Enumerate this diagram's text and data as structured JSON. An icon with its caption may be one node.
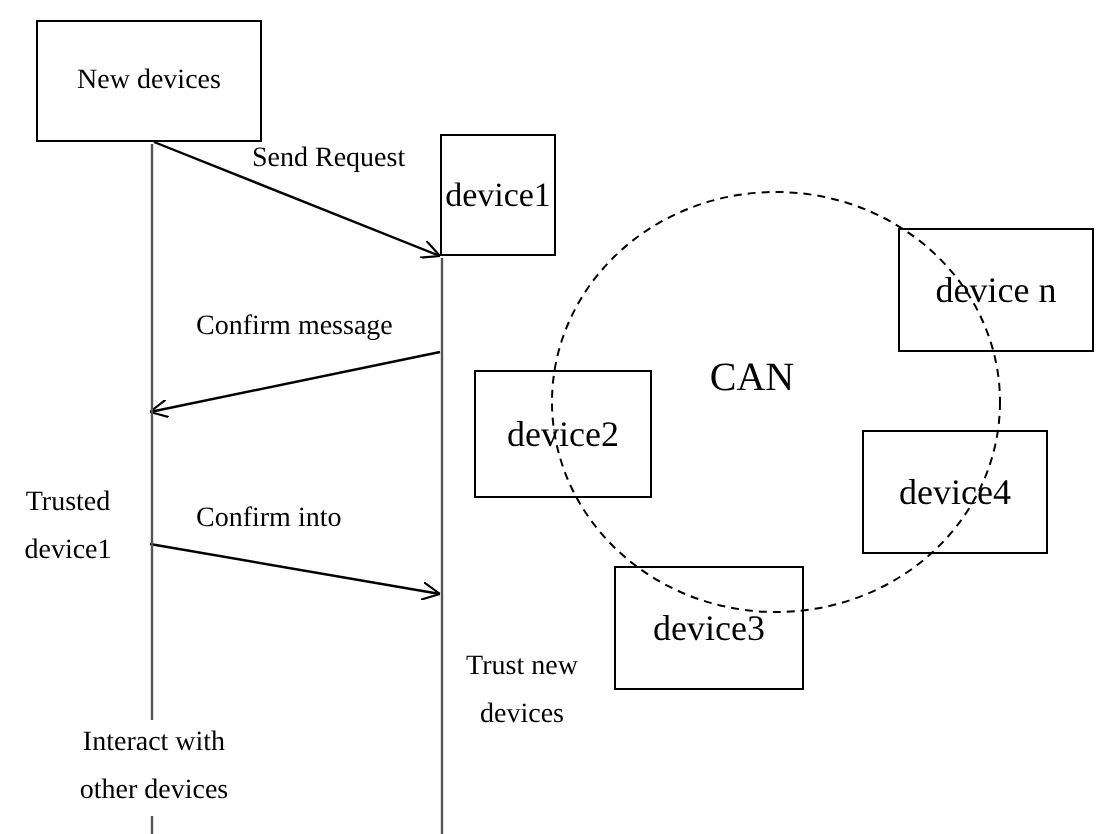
{
  "diagram": {
    "nodes": [
      {
        "text": [
          "New devices"
        ]
      },
      {
        "text": [
          "device1"
        ]
      },
      {
        "text": [
          "CAN"
        ]
      },
      {
        "text": [
          "device n"
        ]
      },
      {
        "text": [
          "device2"
        ]
      },
      {
        "text": [
          "device4"
        ]
      },
      {
        "text": [
          "device3"
        ]
      }
    ],
    "edges": [
      {
        "from": 0,
        "to": 1,
        "label": "Send Request",
        "arrow": "to"
      },
      {
        "from": 1,
        "to": 0,
        "label": "Confirm message",
        "arrow": "to"
      },
      {
        "from": 0,
        "to": 1,
        "label": "Confirm into",
        "arrow": "to"
      }
    ],
    "labels": [
      "Trusted device1",
      "Trust new devices",
      "Interact with other devices"
    ]
  }
}
